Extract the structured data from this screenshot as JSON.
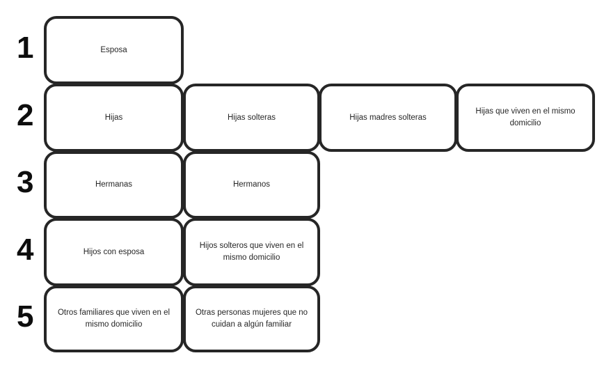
{
  "diagram": {
    "type": "family-role-matrix",
    "background_color": "#ffffff",
    "border_color": "#262626",
    "text_color": "#262626",
    "row_number_color": "#0d0d0d",
    "rows": [
      {
        "number": "1",
        "cells": [
          {
            "label": "Esposa"
          }
        ]
      },
      {
        "number": "2",
        "cells": [
          {
            "label": "Hijas"
          },
          {
            "label": "Hijas solteras"
          },
          {
            "label": "Hijas madres solteras"
          },
          {
            "label": "Hijas que viven en el mismo domicilio"
          }
        ]
      },
      {
        "number": "3",
        "cells": [
          {
            "label": "Hermanas"
          },
          {
            "label": "Hermanos"
          }
        ]
      },
      {
        "number": "4",
        "cells": [
          {
            "label": "Hijos con esposa"
          },
          {
            "label": "Hijos solteros que viven en el mismo domicilio"
          }
        ]
      },
      {
        "number": "5",
        "cells": [
          {
            "label": "Otros familiares que viven en el mismo domicilio"
          },
          {
            "label": "Otras personas mujeres que no cuidan a algún familiar"
          }
        ]
      }
    ]
  }
}
